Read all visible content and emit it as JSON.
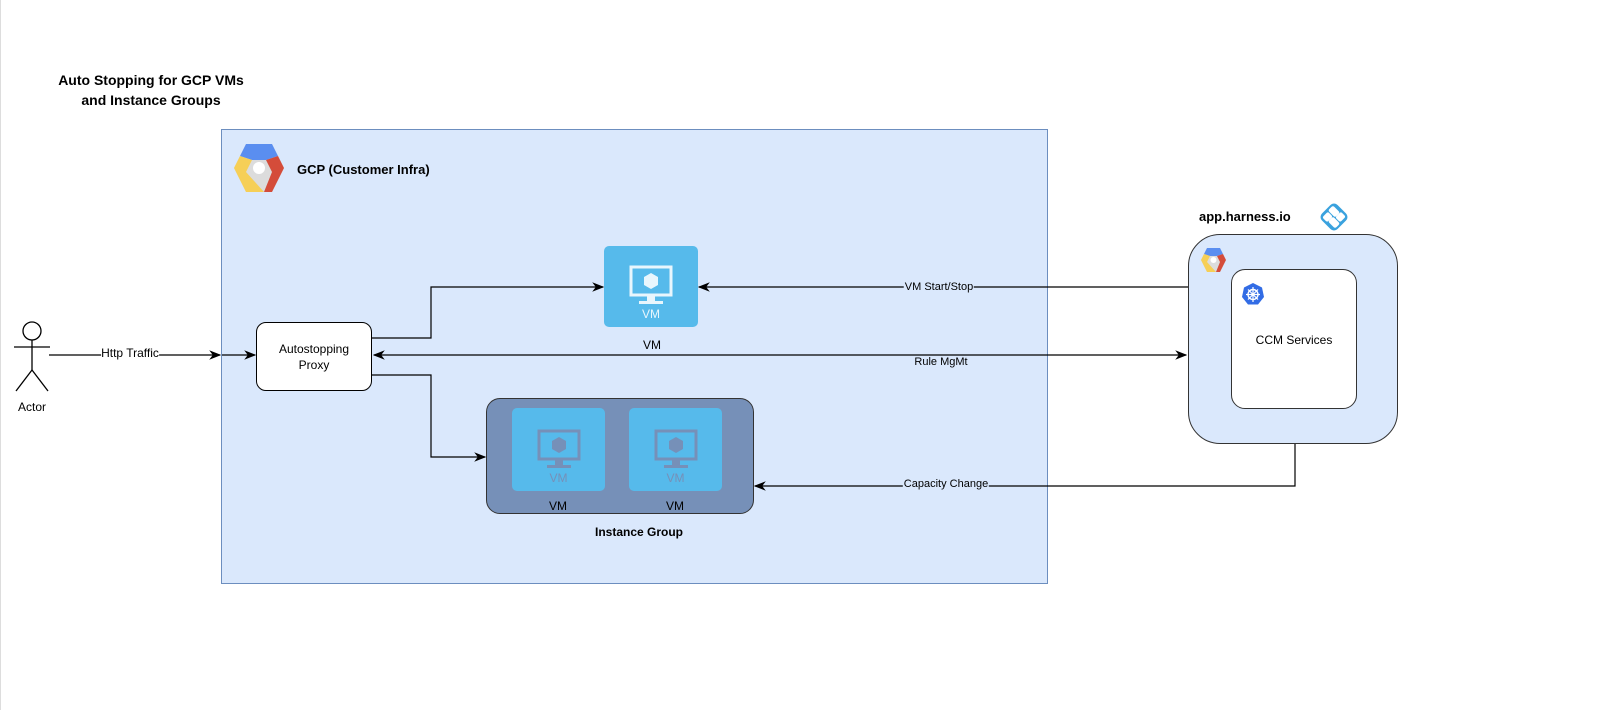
{
  "title": {
    "line1": "Auto Stopping for GCP VMs",
    "line2": "and Instance Groups"
  },
  "gcp": {
    "label": "GCP (Customer Infra)",
    "icon": "gcp-logo-icon"
  },
  "actor": {
    "label": "Actor",
    "icon": "actor-stick-figure-icon"
  },
  "edges": {
    "http": "Http Traffic",
    "vm_start_stop": "VM Start/Stop",
    "rule_mgmt": "Rule MgMt",
    "capacity_change": "Capacity Change"
  },
  "proxy": {
    "label": "Autostopping Proxy"
  },
  "vm": {
    "inner_label": "VM",
    "caption": "VM",
    "icon": "virtual-machine-icon"
  },
  "instance_group": {
    "label": "Instance Group",
    "vms": [
      {
        "inner_label": "VM",
        "caption": "VM"
      },
      {
        "inner_label": "VM",
        "caption": "VM"
      }
    ]
  },
  "harness": {
    "label": "app.harness.io",
    "icon": "harness-logo-icon",
    "ccm_label": "CCM Services",
    "k8s_icon": "kubernetes-icon"
  },
  "colors": {
    "container_fill": "#dae8fc",
    "container_border": "#6c8ebf",
    "vm_fill": "#56baeb",
    "instance_group_fill": "#7690b8"
  }
}
